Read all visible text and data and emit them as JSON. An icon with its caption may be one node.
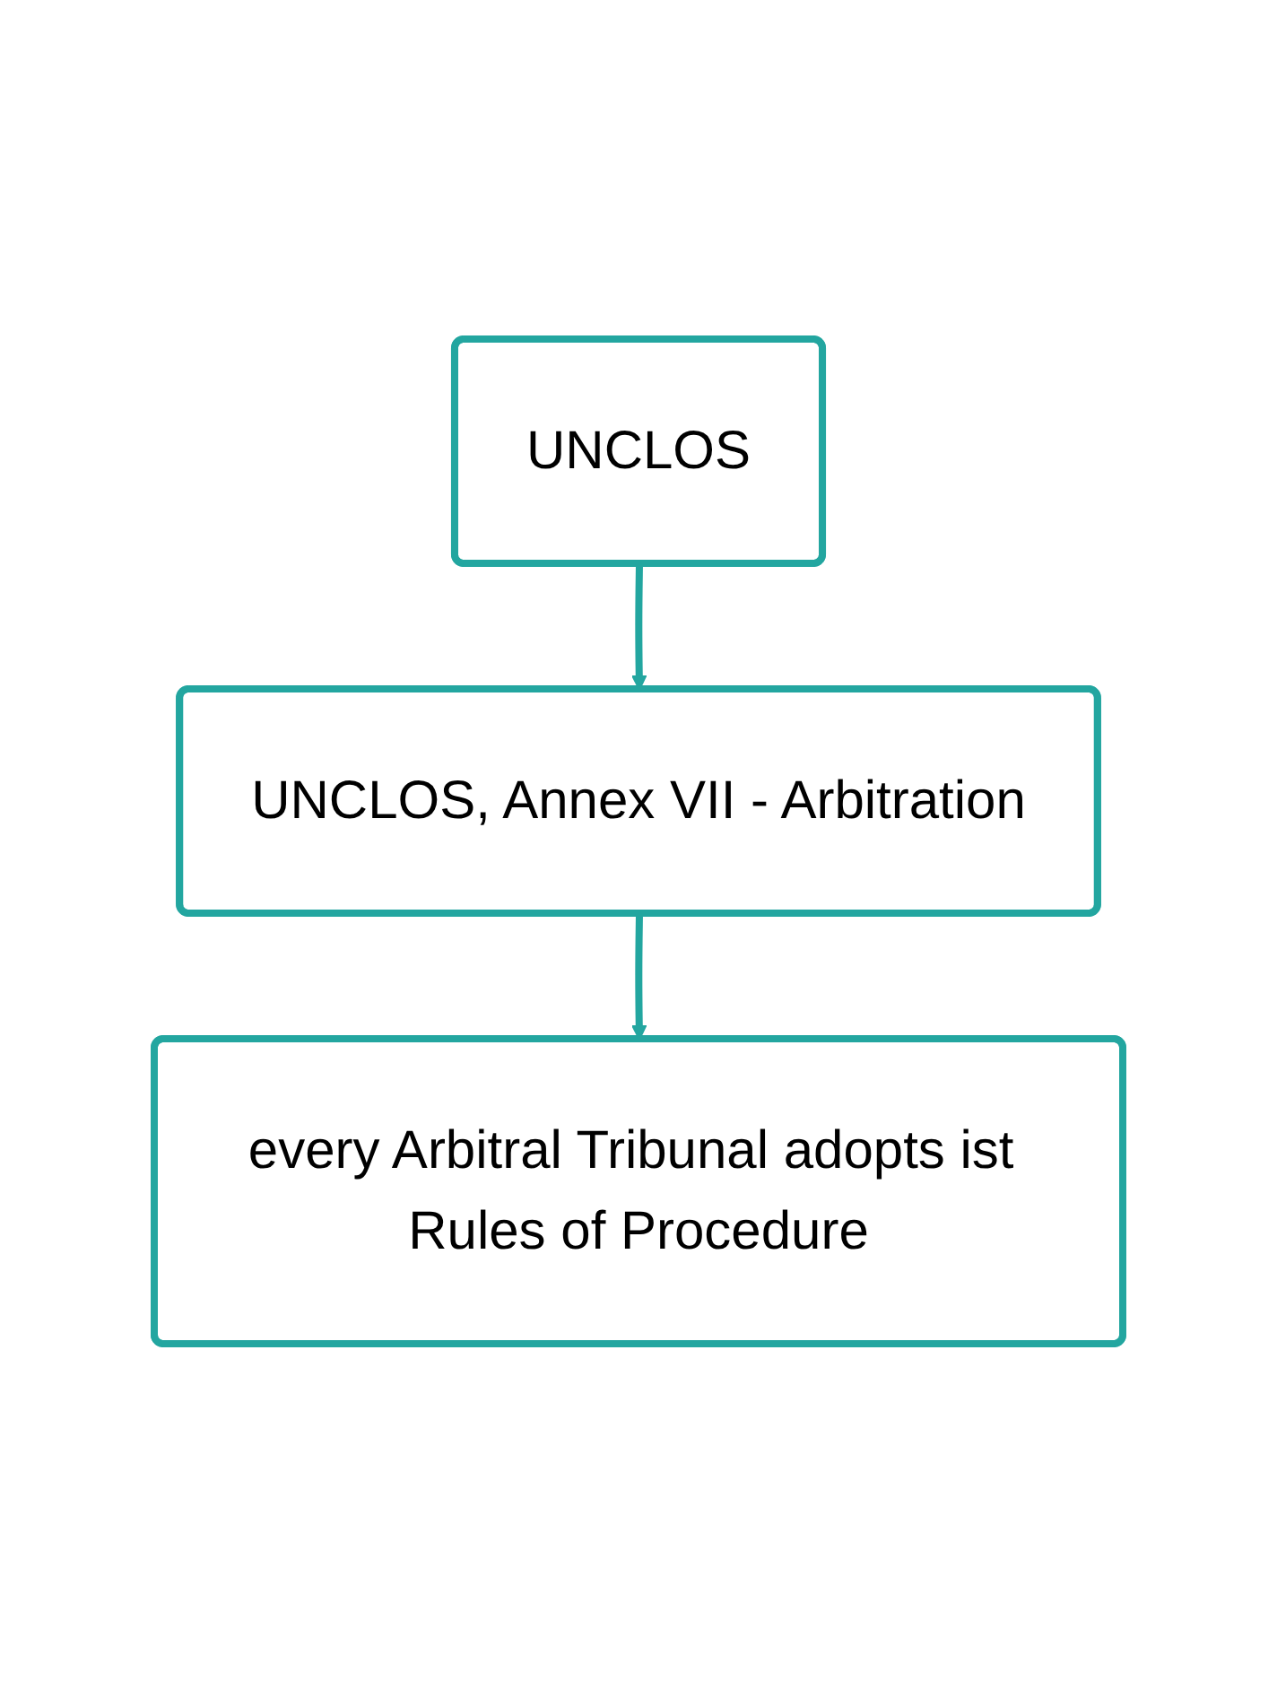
{
  "diagram": {
    "nodes": [
      {
        "text": [
          "UNCLOS"
        ]
      },
      {
        "text": [
          "UNCLOS, Annex VII - Arbitration"
        ]
      },
      {
        "text": [
          "every Arbitral Tribunal adopts ist Rules of Procedure"
        ]
      }
    ],
    "edges": [
      {
        "from": 0,
        "to": 1,
        "arrow": "to"
      },
      {
        "from": 1,
        "to": 2,
        "arrow": "to"
      }
    ]
  }
}
